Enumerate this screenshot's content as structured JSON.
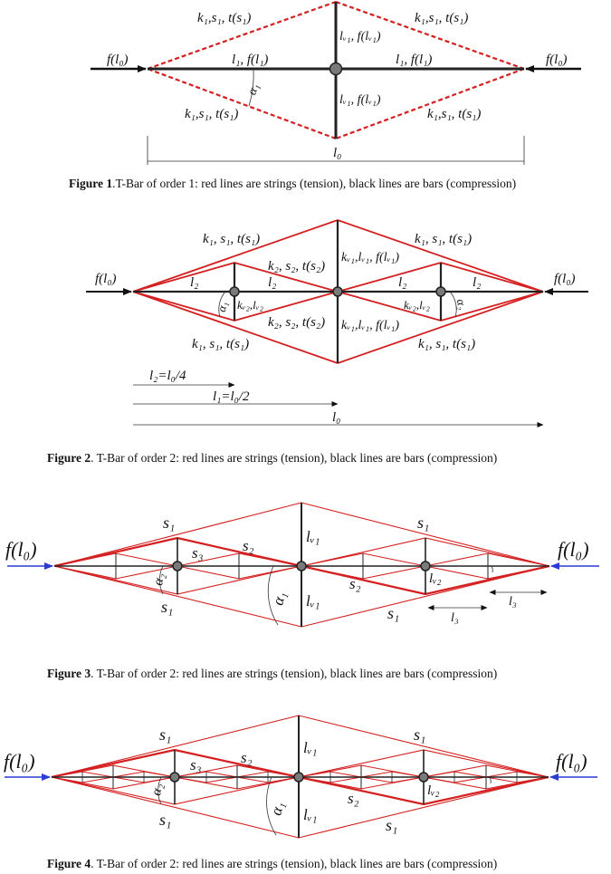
{
  "fig1": {
    "f_left": "f(l₀)",
    "f_right": "f(l₀)",
    "str_tl": "k₁,s₁, t(s₁)",
    "str_tr": "k₁,s₁, t(s₁)",
    "str_bl": "k₁,s₁, t(s₁)",
    "str_br": "k₁,s₁, t(s₁)",
    "bar_vt": "lᵥ₁, f(lᵥ₁)",
    "bar_vb": "lᵥ₁, f(lᵥ₁)",
    "bar_hl": "l₁, f(l₁)",
    "bar_hr": "l₁, f(l₁)",
    "alpha": "α₁",
    "dim": "l₀",
    "caption_bold": "Figure 1",
    "caption_text": ".T-Bar of order 1: red lines are strings (tension), black lines are bars (compression)"
  },
  "fig2": {
    "f_left": "f(l₀)",
    "f_right": "f(l₀)",
    "s1_tl": "k₁, s₁, t(s₁)",
    "s1_tr": "k₁, s₁, t(s₁)",
    "s1_bl": "k₁, s₁, t(s₁)",
    "s1_br": "k₁, s₁, t(s₁)",
    "s2_t": "k₂, s₂, t(s₂)",
    "s2_b": "k₂, s₂, t(s₂)",
    "kv1_t": "kᵥ₁,lᵥ₁, f(lᵥ₁)",
    "kv1_b": "kᵥ₁,lᵥ₁, f(lᵥ₁)",
    "kv2_l": "kᵥ₂,lᵥ₂",
    "kv2_r": "kᵥ₂,lᵥ₂",
    "l2_a": "l₂",
    "l2_b": "l₂",
    "l2_c": "l₂",
    "l2_d": "l₂",
    "alpha_l": "α₁",
    "alpha_r": "α₂",
    "dim1": "l₂=l₀/4",
    "dim2": "l₁=l₀/2",
    "dim3": "l₀",
    "caption_bold": "Figure 2",
    "caption_text": ". T-Bar of order 2: red lines are strings (tension), black lines are bars (compression)"
  },
  "fig3": {
    "f_left": "f(l₀)",
    "f_right": "f(l₀)",
    "s1_tl": "s₁",
    "s1_tr": "s₁",
    "s1_bl": "s₁",
    "s1_br": "s₁",
    "s2_a": "s₂",
    "s2_b": "s₂",
    "s3": "s₃",
    "lv1_t": "lᵥ₁",
    "lv1_b": "lᵥ₁",
    "lv2": "lᵥ₂",
    "alpha1": "α₁",
    "alpha2": "α₂",
    "l3_a": "l₃",
    "l3_b": "l₃",
    "caption_bold": "Figure 3",
    "caption_text": ". T-Bar of order 2: red lines are strings (tension), black lines are bars (compression)"
  },
  "fig4": {
    "f_left": "f(l₀)",
    "f_right": "f(l₀)",
    "s1_tl": "s₁",
    "s1_tr": "s₁",
    "s1_bl": "s₁",
    "s1_br": "s₁",
    "s2_a": "s₂",
    "s2_b": "s₂",
    "s3": "s₃",
    "lv1_t": "lᵥ₁",
    "lv1_b": "lᵥ₁",
    "lv2": "lᵥ₂",
    "alpha1": "α₁",
    "alpha2": "α₂",
    "caption_bold": "Figure 4",
    "caption_text": ". T-Bar of order 2: red lines are strings (tension), black lines are bars (compression)"
  },
  "colors": {
    "string": "#d42020",
    "bar": "#222222",
    "force_arrow": "#2a3bd6"
  }
}
